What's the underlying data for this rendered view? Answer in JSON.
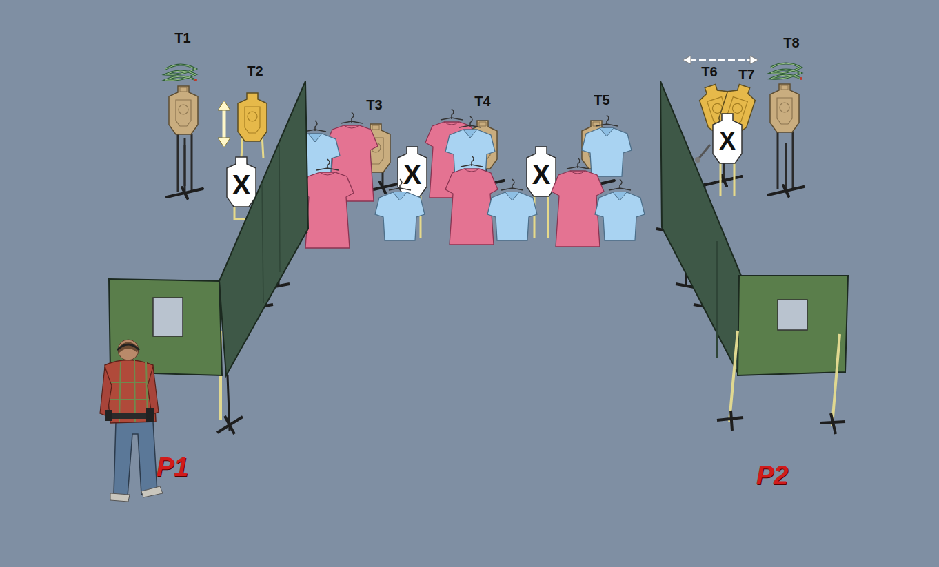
{
  "diagram": {
    "labels": [
      "T1",
      "T2",
      "T3",
      "T4",
      "T5",
      "T6",
      "T7",
      "T8",
      "X",
      "X",
      "X",
      "X",
      "P1",
      "P2"
    ]
  }
}
